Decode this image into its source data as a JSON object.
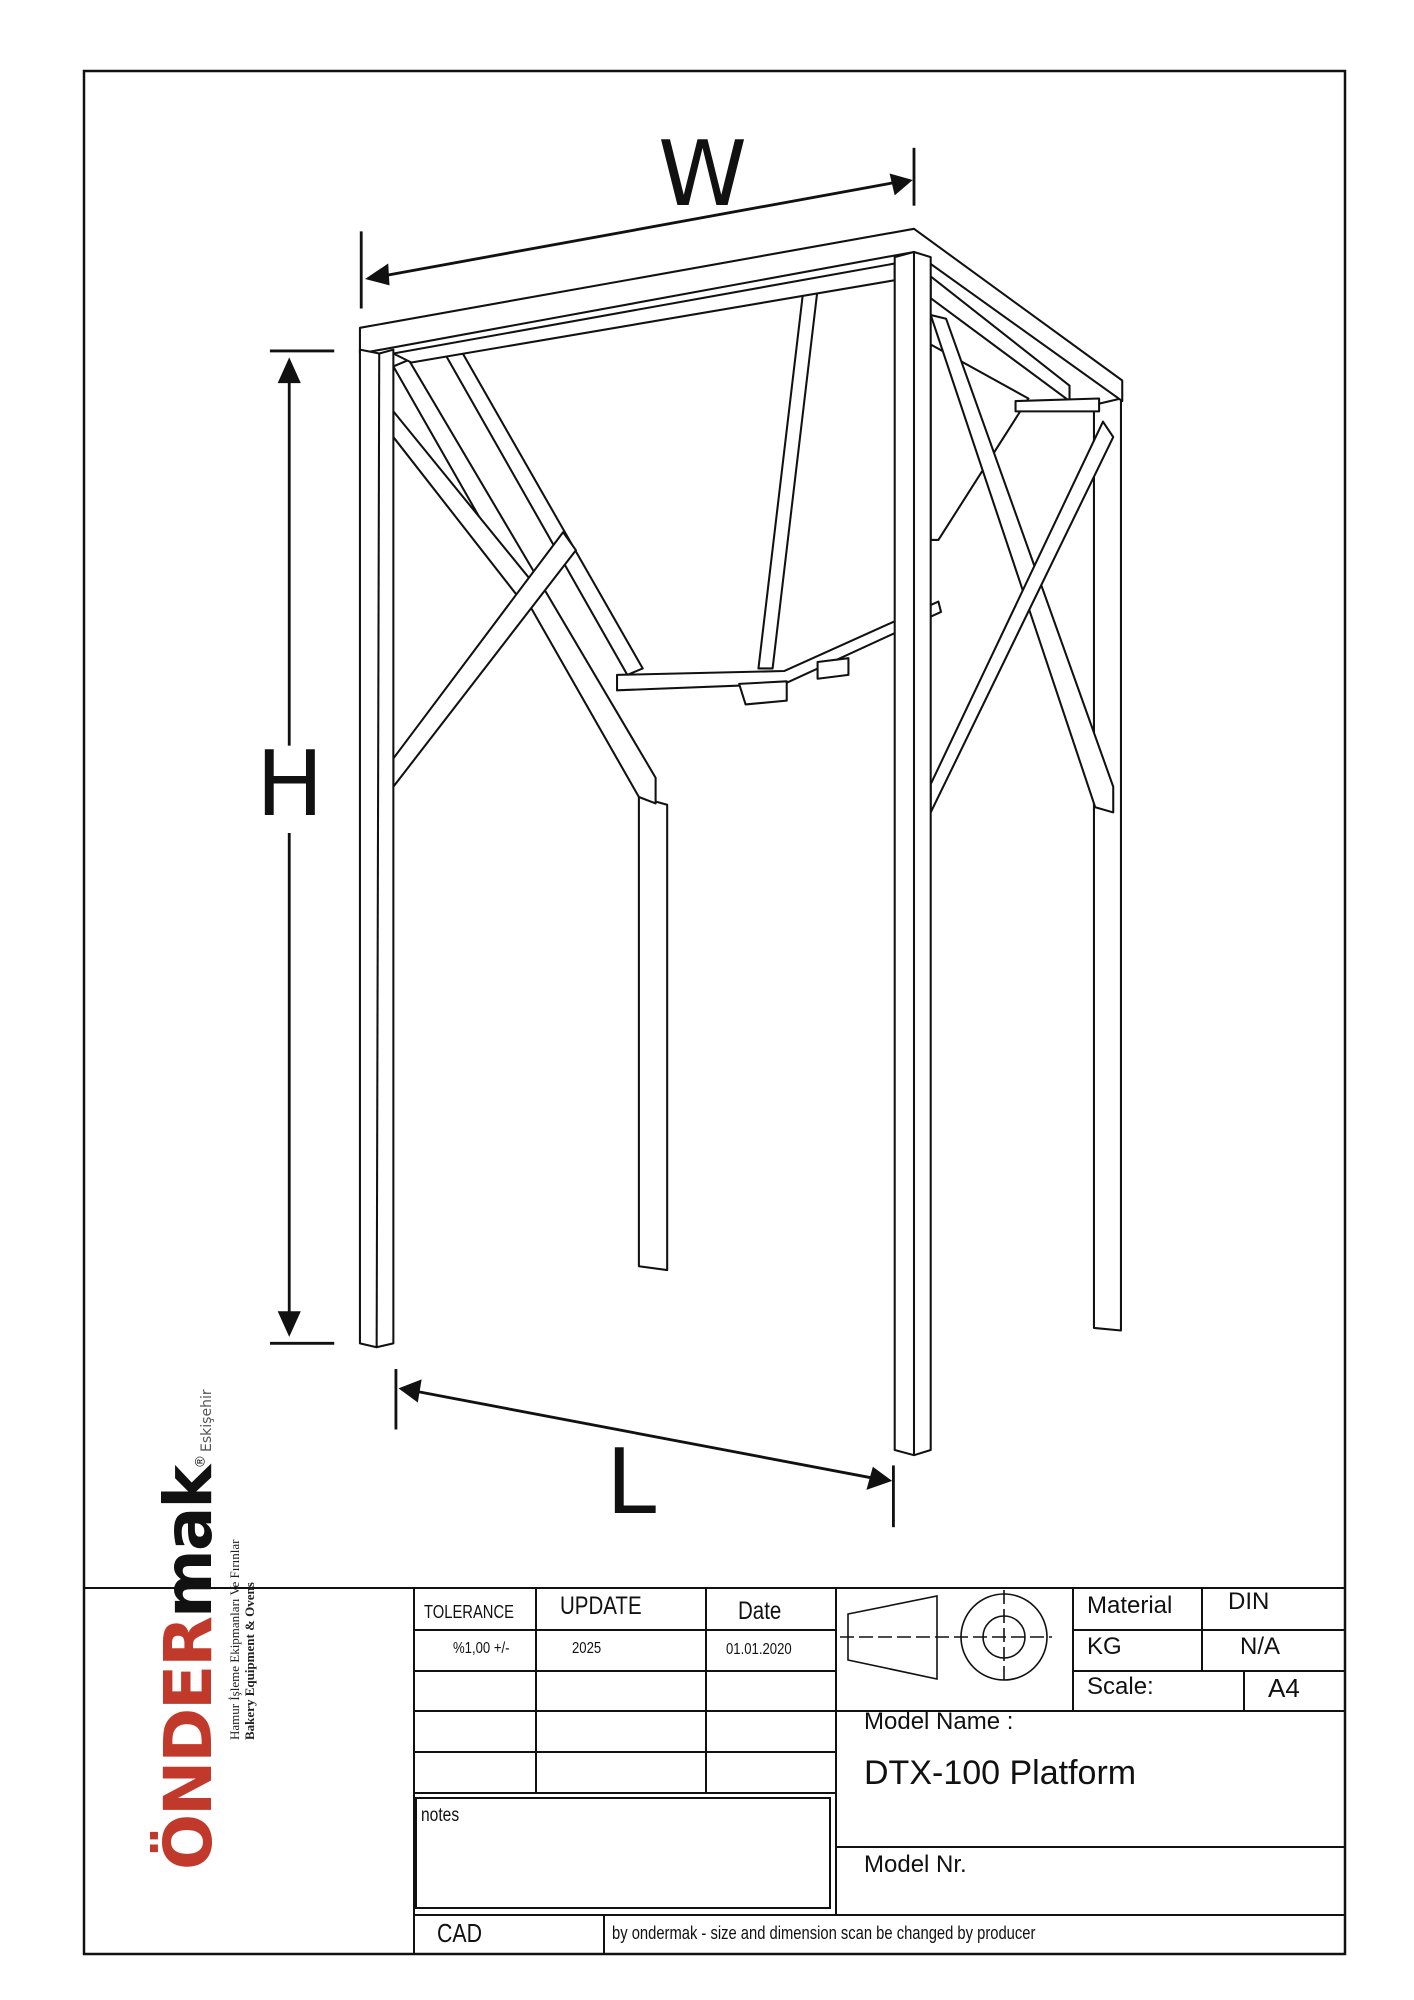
{
  "dimensions": {
    "width_label": "W",
    "height_label": "H",
    "length_label": "L"
  },
  "logo": {
    "brand_red": "ÖNDER",
    "brand_dark": "mak",
    "registered": "®",
    "city": "Eskişehir",
    "tagline_tr": "Hamur İşleme Ekipmanları Ve Fırınlar",
    "tagline_en": "Bakery Equipment & Ovens",
    "brand_color": "#c0392b"
  },
  "title_block": {
    "tolerance_label": "TOLERANCE",
    "tolerance_value": "%1,00 +/-",
    "update_label": "UPDATE",
    "update_value": "2025",
    "date_label": "Date",
    "date_value": "01.01.2020",
    "notes_label": "notes",
    "cad_label": "CAD",
    "disclaimer": "by ondermak -  size and dimension scan be changed by producer",
    "material_label": "Material",
    "material_value": "DIN",
    "kg_label": "KG",
    "kg_value": "N/A",
    "scale_label": "Scale:",
    "scale_value": "A4",
    "model_name_label": "Model Name :",
    "model_name_value": "DTX-100 Platform",
    "model_nr_label": "Model Nr."
  }
}
